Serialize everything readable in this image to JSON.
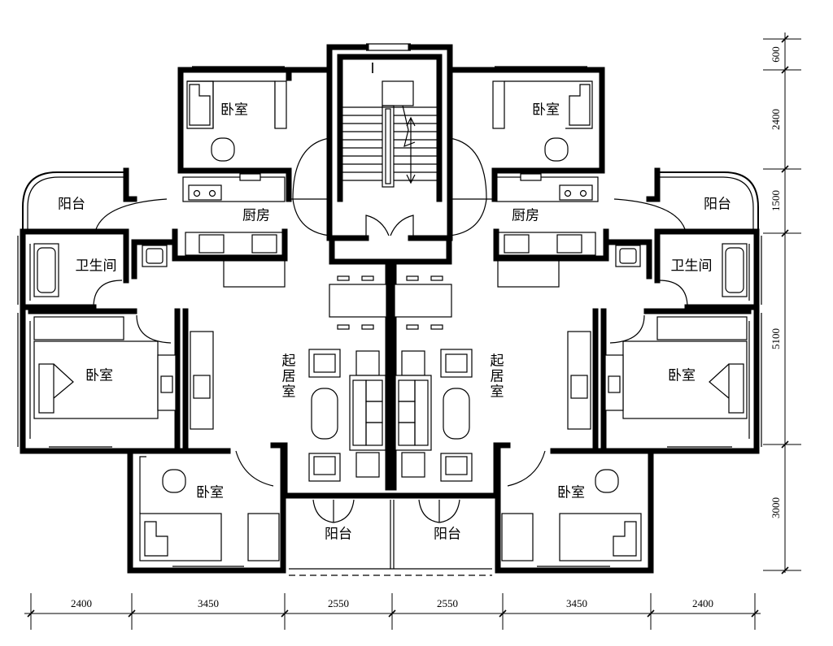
{
  "rooms": {
    "bedroom_top_left": "卧室",
    "bedroom_top_right": "卧室",
    "balcony_left": "阳台",
    "balcony_right": "阳台",
    "kitchen_left": "厨房",
    "kitchen_right": "厨房",
    "bathroom_left": "卫生间",
    "bathroom_right": "卫生间",
    "bedroom_mid_left": "卧室",
    "bedroom_mid_right": "卧室",
    "living_left": [
      "起",
      "居",
      "室"
    ],
    "living_right": [
      "起",
      "居",
      "室"
    ],
    "bedroom_bottom_left": "卧室",
    "bedroom_bottom_right": "卧室",
    "balcony_bottom_left": "阳台",
    "balcony_bottom_right": "阳台"
  },
  "stair_mark": "I",
  "dimensions": {
    "bottom": [
      "2400",
      "3450",
      "2550",
      "2550",
      "3450",
      "2400"
    ],
    "right": [
      "600",
      "2400",
      "1500",
      "5100",
      "3000"
    ]
  }
}
